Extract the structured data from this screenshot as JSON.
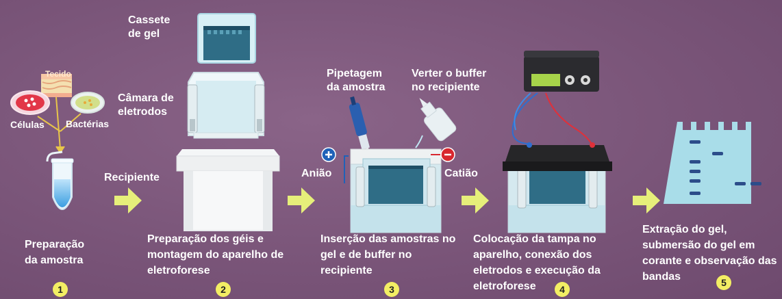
{
  "sample": {
    "tissue": "Tecido",
    "cells": "Células",
    "bacteria": "Bactérias"
  },
  "apparatus": {
    "gel_cassette": "Cassete\nde gel",
    "electrode_chamber": "Câmara de\neletrodos",
    "container": "Recipiente"
  },
  "loading": {
    "pipetting": "Pipetagem\nda amostra",
    "pour_buffer": "Verter o buffer\nno recipiente",
    "anion": "Anião",
    "cation": "Catião"
  },
  "steps": [
    {
      "number": "1",
      "caption": "Preparação da amostra"
    },
    {
      "number": "2",
      "caption": "Preparação dos géis e montagem do aparelho de eletroforese"
    },
    {
      "number": "3",
      "caption": "Inserção das amostras no gel e de buffer no recipiente"
    },
    {
      "number": "4",
      "caption": "Colocação da tampa no aparelho, conexão dos eletrodos e execução da eletroforese"
    },
    {
      "number": "5",
      "caption": "Extração do gel, submersão do gel em corante e observação das bandas"
    }
  ],
  "colors": {
    "background": "#7a5579",
    "arrow": "#e6ef7a",
    "gel": "#2f6d86",
    "badge": "#f3ee64",
    "positive": "#1f62b8",
    "negative": "#d8272f",
    "gel_result": "#a9dde9",
    "band": "#2c4d8a"
  },
  "icons": [
    "tissue-icon",
    "cells-petri-icon",
    "bacteria-petri-icon",
    "tube-icon",
    "gel-cassette-icon",
    "electrode-chamber-icon",
    "container-icon",
    "pipette-icon",
    "buffer-bottle-icon",
    "power-supply-icon",
    "gel-result-icon"
  ]
}
